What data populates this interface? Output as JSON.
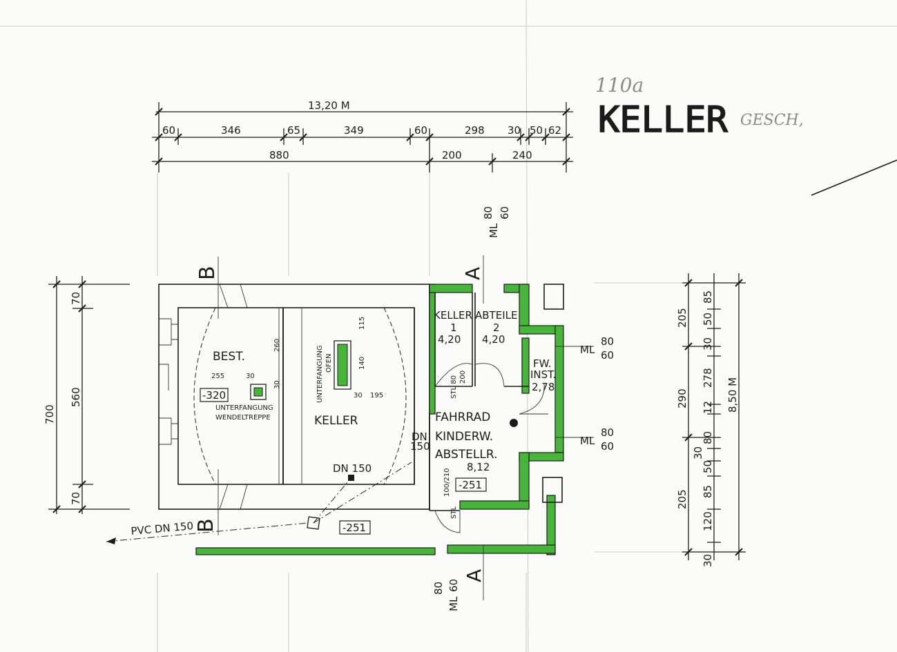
{
  "header": {
    "handwritten_number": "110a",
    "title": "KELLER",
    "handwritten_suffix": "GESCH,"
  },
  "dims_top": {
    "total": "13,20 M",
    "row1": [
      "60",
      "346",
      "65",
      "349",
      "60",
      "298",
      "30",
      "50",
      "62"
    ],
    "row2": [
      "880",
      "200",
      "240"
    ]
  },
  "dims_left": {
    "total": "700",
    "parts": [
      "70",
      "560",
      "70"
    ]
  },
  "dims_right": {
    "inner": [
      "85",
      "50",
      "30",
      "278",
      "12",
      "80",
      "30",
      "50",
      "85",
      "120",
      "30"
    ],
    "mid": [
      "205",
      "290",
      "205"
    ],
    "total": "8,50 M"
  },
  "rooms": {
    "best": "BEST.",
    "keller": "KELLER",
    "abteile_top_left": "KELLER",
    "abteile_top_right": "ABTEILE",
    "abteil1_num": "1",
    "abteil1_area": "4,20",
    "abteil2_num": "2",
    "abteil2_area": "4,20",
    "fw": "FW.",
    "inst": "INST.",
    "inst_area": "2,78",
    "fahrrad_1": "FAHRRAD",
    "fahrrad_2": "KINDERW.",
    "fahrrad_3": "ABSTELLR.",
    "fahrrad_area": "8,12"
  },
  "annotations": {
    "unterfangung_1": "UNTERFANGUNG",
    "wendeltreppe": "WENDELTREPPE",
    "unterfangung_ofen_1": "UNTERFANGUNG",
    "unterfangung_ofen_2": "OFEN",
    "dim_255": "255",
    "dim_30a": "30",
    "dim_30b": "30",
    "dim_260": "260",
    "dim_115": "115",
    "dim_140": "140",
    "dim_30c": "30",
    "dim_195": "195",
    "level_320": "-320",
    "level_251a": "-251",
    "level_251b": "-251",
    "dn150_pipe": "DN 150",
    "dn": "DN",
    "dn_150": "150",
    "pvc": "PVC DN 150",
    "stl_80": "STL 80",
    "stl_80_200": "200",
    "door_100": "100/210",
    "stl_bottom": "STL"
  },
  "sections": {
    "a_top": "A",
    "a_bottom": "A",
    "b_top": "B",
    "b_bottom": "B",
    "ml": "ML",
    "ml_80": "80",
    "ml_60": "60"
  },
  "colors": {
    "green": "#47b53a",
    "ink": "#1b1b1b",
    "paper": "#fbfbf9"
  }
}
